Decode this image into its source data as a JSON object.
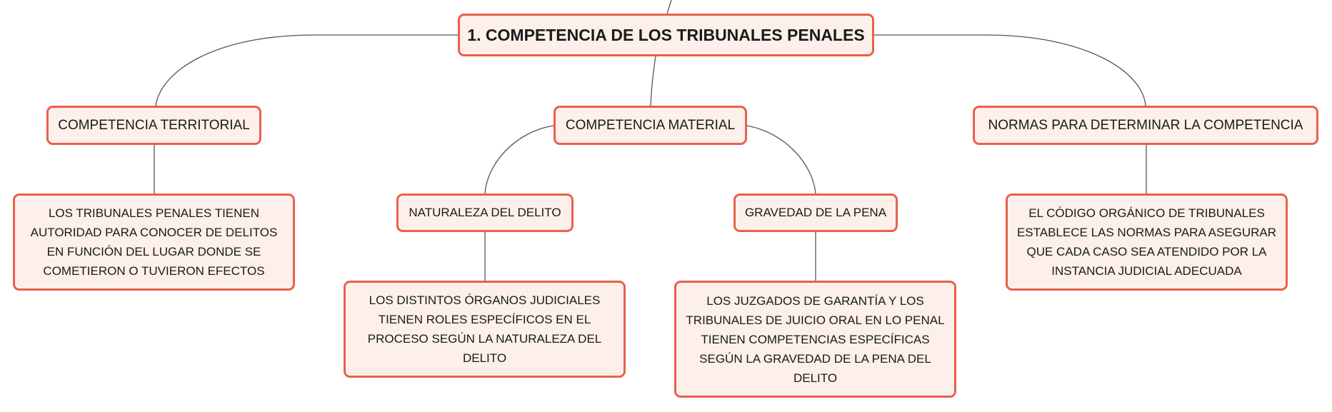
{
  "diagram": {
    "root": {
      "label": "1. COMPETENCIA DE LOS TRIBUNALES PENALES"
    },
    "branches": {
      "territorial": {
        "label": "COMPETENCIA TERRITORIAL",
        "description": "LOS TRIBUNALES PENALES TIENEN AUTORIDAD PARA CONOCER DE DELITOS EN FUNCIÓN DEL LUGAR DONDE SE COMETIERON O TUVIERON EFECTOS"
      },
      "material": {
        "label": "COMPETENCIA MATERIAL",
        "children": {
          "naturaleza": {
            "label": "NATURALEZA DEL DELITO",
            "description": "LOS DISTINTOS ÓRGANOS JUDICIALES TIENEN ROLES ESPECÍFICOS EN EL PROCESO SEGÚN LA NATURALEZA DEL DELITO"
          },
          "gravedad": {
            "label": "GRAVEDAD DE LA PENA",
            "description": "LOS JUZGADOS DE GARANTÍA Y LOS TRIBUNALES DE JUICIO ORAL EN LO PENAL TIENEN COMPETENCIAS ESPECÍFICAS SEGÚN LA GRAVEDAD DE LA PENA DEL DELITO"
          }
        }
      },
      "normas": {
        "label": "NORMAS PARA DETERMINAR LA COMPETENCIA",
        "description": "EL CÓDIGO ORGÁNICO DE TRIBUNALES ESTABLECE LAS NORMAS PARA ASEGURAR QUE CADA CASO SEA ATENDIDO POR LA INSTANCIA JUDICIAL ADECUADA"
      }
    },
    "colors": {
      "node_border": "#e8604c",
      "node_fill": "#fdf0ea",
      "connector": "#555555",
      "text": "#1a1a1a"
    }
  }
}
